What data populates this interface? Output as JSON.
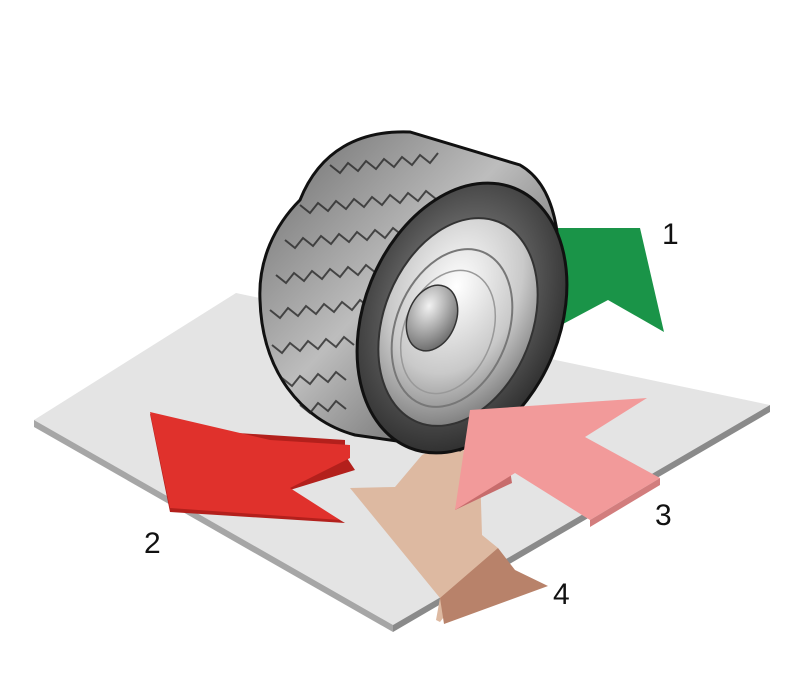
{
  "labels": {
    "one": "1",
    "two": "2",
    "three": "3",
    "four": "4"
  },
  "colors": {
    "plate": "#e4e4e4",
    "plate_edge": "#8a8a8a",
    "arrow_1": "#1a9448",
    "arrow_2": "#e0312c",
    "arrow_3": "#f29a9a",
    "arrow_4": "#ddb9a1",
    "tire": "#2e2e2e",
    "rim": "#d0d0d0"
  },
  "icons": [
    "tire-wheel-icon"
  ]
}
